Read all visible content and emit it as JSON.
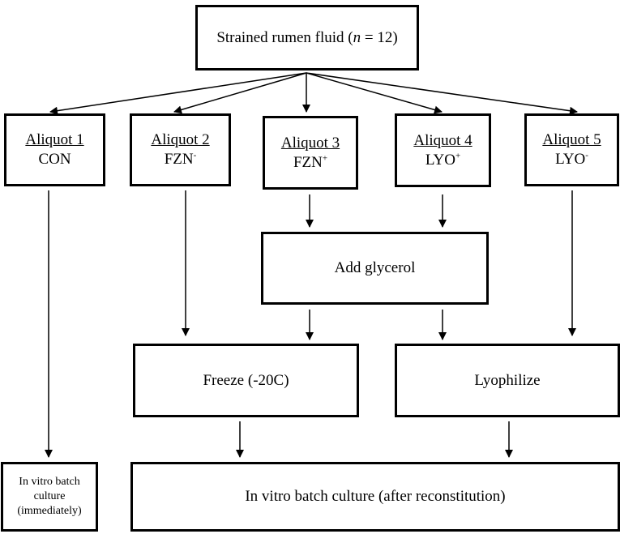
{
  "top": {
    "text": "Strained rumen fluid (",
    "n_var": "n",
    "n_rest": " = 12)"
  },
  "aliquots": [
    {
      "title": "Aliquot 1",
      "code": "CON",
      "sup": ""
    },
    {
      "title": "Aliquot 2",
      "code": "FZN",
      "sup": "-"
    },
    {
      "title": "Aliquot 3",
      "code": "FZN",
      "sup": "+"
    },
    {
      "title": "Aliquot 4",
      "code": "LYO",
      "sup": "+"
    },
    {
      "title": "Aliquot 5",
      "code": "LYO",
      "sup": "-"
    }
  ],
  "glycerol": "Add glycerol",
  "freeze": "Freeze (-20C)",
  "lyophilize": "Lyophilize",
  "immediate": {
    "l1": "In vitro batch",
    "l2": "culture",
    "l3": "(immediately)"
  },
  "reconstitution": "In vitro batch culture (after reconstitution)"
}
